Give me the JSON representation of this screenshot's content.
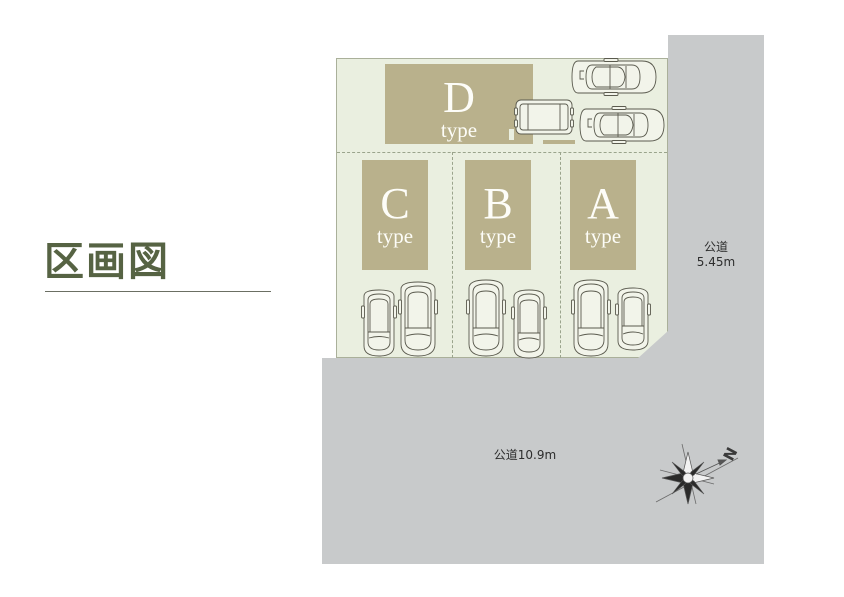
{
  "page": {
    "title": "区画図",
    "background_color": "#ffffff"
  },
  "colors": {
    "title_text": "#566343",
    "site_fill": "#eaefe0",
    "site_border": "#aab09a",
    "house_fill": "#b9b18c",
    "house_label": "#fdfdf8",
    "road_fill": "#c8cacb",
    "road_label": "#2d2d2d",
    "lot_divider": "#9aa48c",
    "car_outline": "#5a5a4e"
  },
  "site": {
    "lots": [
      {
        "id": "d",
        "letter": "D",
        "type_label": "type",
        "car_count": 3
      },
      {
        "id": "c",
        "letter": "C",
        "type_label": "type",
        "car_count": 2
      },
      {
        "id": "b",
        "letter": "B",
        "type_label": "type",
        "car_count": 2
      },
      {
        "id": "a",
        "letter": "A",
        "type_label": "type",
        "car_count": 2
      }
    ],
    "markers": {
      "post": "boundary-post",
      "wall": "low-wall"
    }
  },
  "roads": {
    "right": {
      "name_line1": "公道",
      "name_line2": "5.45m",
      "width_m": "5.45"
    },
    "bottom": {
      "label": "公道10.9m",
      "width_m": "10.9"
    }
  },
  "compass": {
    "label": "N",
    "direction": "north-east"
  }
}
